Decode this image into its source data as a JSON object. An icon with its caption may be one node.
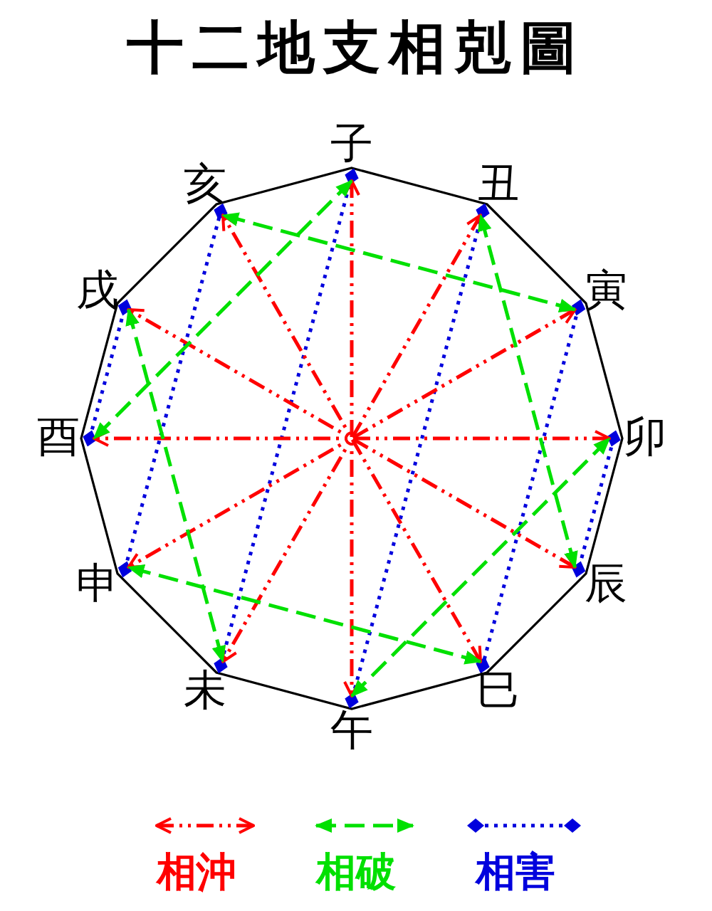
{
  "diagram": {
    "title": "十二地支相剋圖",
    "nodes": [
      {
        "text": [
          "子"
        ]
      },
      {
        "text": [
          "丑"
        ]
      },
      {
        "text": [
          "寅"
        ]
      },
      {
        "text": [
          "卯"
        ]
      },
      {
        "text": [
          "辰"
        ]
      },
      {
        "text": [
          "巳"
        ]
      },
      {
        "text": [
          "午"
        ]
      },
      {
        "text": [
          "未"
        ]
      },
      {
        "text": [
          "申"
        ]
      },
      {
        "text": [
          "酉"
        ]
      },
      {
        "text": [
          "戌"
        ]
      },
      {
        "text": [
          "亥"
        ]
      }
    ],
    "edges": [
      {
        "from": 0,
        "to": 6,
        "arrow": "both",
        "style": "dashed",
        "color": "#ff0000"
      },
      {
        "from": 1,
        "to": 7,
        "arrow": "both",
        "style": "dashed",
        "color": "#ff0000"
      },
      {
        "from": 2,
        "to": 8,
        "arrow": "both",
        "style": "dashed",
        "color": "#ff0000"
      },
      {
        "from": 3,
        "to": 9,
        "arrow": "both",
        "style": "dashed",
        "color": "#ff0000"
      },
      {
        "from": 4,
        "to": 10,
        "arrow": "both",
        "style": "dashed",
        "color": "#ff0000"
      },
      {
        "from": 5,
        "to": 11,
        "arrow": "both",
        "style": "dashed",
        "color": "#ff0000"
      },
      {
        "from": 0,
        "to": 9,
        "arrow": "both",
        "style": "dashed",
        "color": "#00e000"
      },
      {
        "from": 6,
        "to": 3,
        "arrow": "both",
        "style": "dashed",
        "color": "#00e000"
      },
      {
        "from": 5,
        "to": 8,
        "arrow": "both",
        "style": "dashed",
        "color": "#00e000"
      },
      {
        "from": 2,
        "to": 11,
        "arrow": "both",
        "style": "dashed",
        "color": "#00e000"
      },
      {
        "from": 4,
        "to": 1,
        "arrow": "both",
        "style": "dashed",
        "color": "#00e000"
      },
      {
        "from": 10,
        "to": 7,
        "arrow": "both",
        "style": "dashed",
        "color": "#00e000"
      },
      {
        "from": 0,
        "to": 7,
        "arrow": "other",
        "style": "dashed",
        "color": "#0000dd"
      },
      {
        "from": 1,
        "to": 6,
        "arrow": "other",
        "style": "dashed",
        "color": "#0000dd"
      },
      {
        "from": 2,
        "to": 5,
        "arrow": "other",
        "style": "dashed",
        "color": "#0000dd"
      },
      {
        "from": 3,
        "to": 4,
        "arrow": "other",
        "style": "dashed",
        "color": "#0000dd"
      },
      {
        "from": 8,
        "to": 11,
        "arrow": "other",
        "style": "dashed",
        "color": "#0000dd"
      },
      {
        "from": 9,
        "to": 10,
        "arrow": "other",
        "style": "dashed",
        "color": "#0000dd"
      }
    ],
    "legend": [
      {
        "text": "相沖"
      },
      {
        "text": "相破"
      },
      {
        "text": "相害"
      }
    ]
  }
}
